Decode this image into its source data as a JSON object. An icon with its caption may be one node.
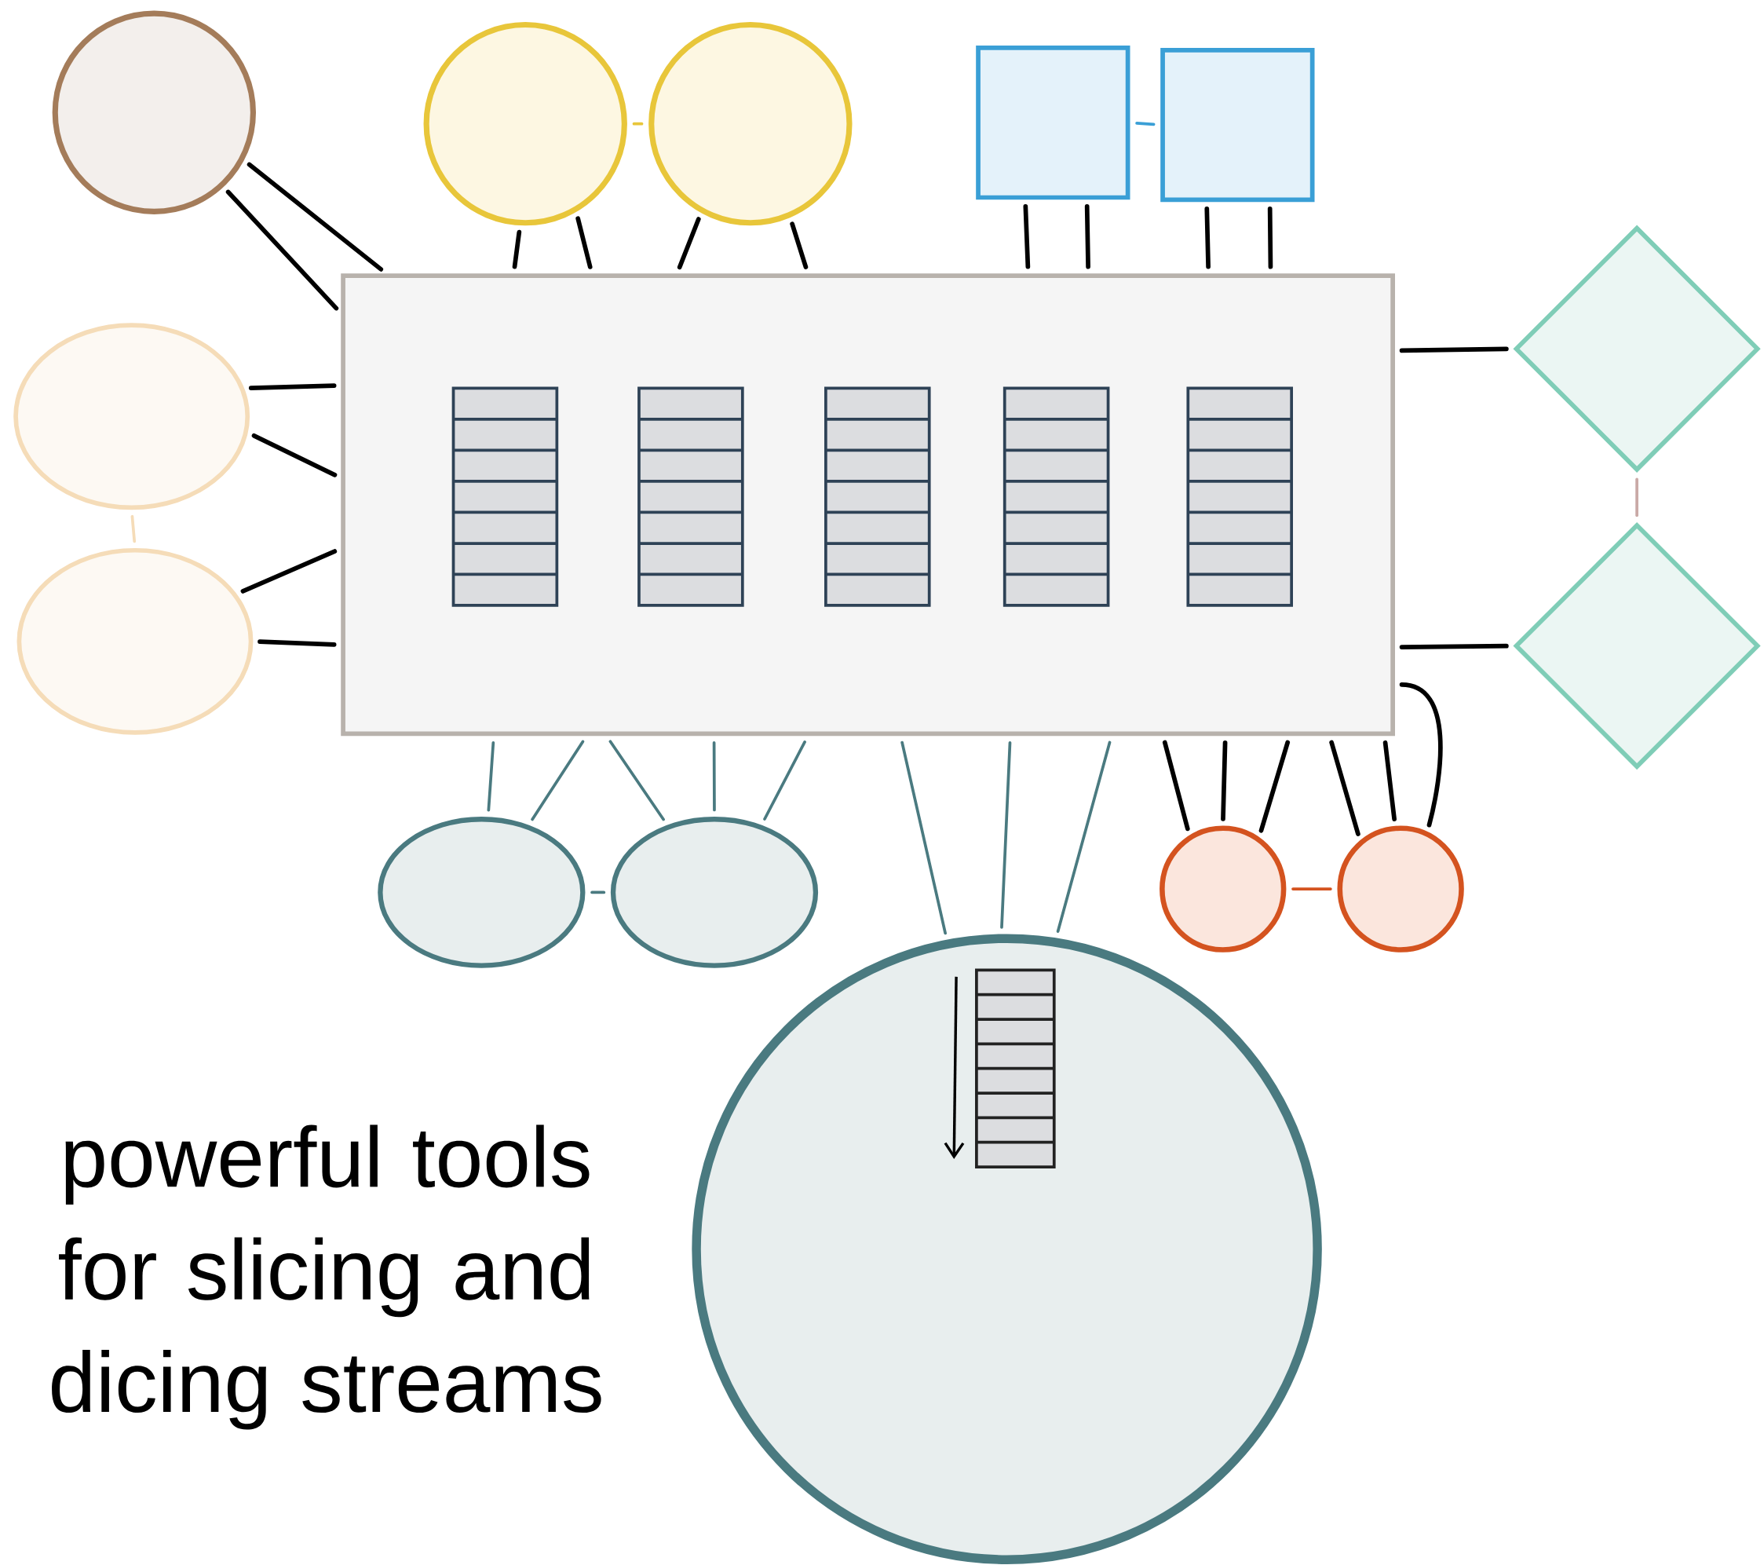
{
  "diagram": {
    "nodes": [
      {
        "text": [],
        "shape": "box"
      },
      {
        "text": [],
        "shape": "circle"
      },
      {
        "text": [],
        "shape": "circle"
      },
      {
        "text": [],
        "shape": "circle"
      },
      {
        "text": [],
        "shape": "box"
      },
      {
        "text": [],
        "shape": "box"
      },
      {
        "text": [],
        "shape": "diamond"
      },
      {
        "text": [],
        "shape": "diamond"
      },
      {
        "text": [],
        "shape": "ellipse"
      },
      {
        "text": [],
        "shape": "ellipse"
      },
      {
        "text": [],
        "shape": "ellipse"
      },
      {
        "text": [],
        "shape": "ellipse"
      },
      {
        "text": [],
        "shape": "circle"
      },
      {
        "text": [],
        "shape": "circle"
      },
      {
        "text": [],
        "shape": "circle"
      }
    ],
    "edges": [
      {
        "from": 1,
        "to": 0,
        "arrow": "none"
      },
      {
        "from": 1,
        "to": 0,
        "arrow": "none"
      },
      {
        "from": 2,
        "to": 0,
        "arrow": "none"
      },
      {
        "from": 2,
        "to": 0,
        "arrow": "none"
      },
      {
        "from": 3,
        "to": 0,
        "arrow": "none"
      },
      {
        "from": 3,
        "to": 0,
        "arrow": "none"
      },
      {
        "from": 4,
        "to": 0,
        "arrow": "none"
      },
      {
        "from": 4,
        "to": 0,
        "arrow": "none"
      },
      {
        "from": 5,
        "to": 0,
        "arrow": "none"
      },
      {
        "from": 5,
        "to": 0,
        "arrow": "none"
      },
      {
        "from": 6,
        "to": 0,
        "arrow": "none"
      },
      {
        "from": 7,
        "to": 0,
        "arrow": "none"
      },
      {
        "from": 8,
        "to": 0,
        "arrow": "none"
      },
      {
        "from": 8,
        "to": 0,
        "arrow": "none"
      },
      {
        "from": 9,
        "to": 0,
        "arrow": "none"
      },
      {
        "from": 9,
        "to": 0,
        "arrow": "none"
      },
      {
        "from": 10,
        "to": 0,
        "arrow": "none",
        "color": "#4a7a80"
      },
      {
        "from": 10,
        "to": 0,
        "arrow": "none",
        "color": "#4a7a80"
      },
      {
        "from": 11,
        "to": 0,
        "arrow": "none",
        "color": "#4a7a80"
      },
      {
        "from": 11,
        "to": 0,
        "arrow": "none",
        "color": "#4a7a80"
      },
      {
        "from": 11,
        "to": 0,
        "arrow": "none",
        "color": "#4a7a80"
      },
      {
        "from": 14,
        "to": 0,
        "arrow": "none",
        "color": "#4a7a80"
      },
      {
        "from": 14,
        "to": 0,
        "arrow": "none",
        "color": "#4a7a80"
      },
      {
        "from": 14,
        "to": 0,
        "arrow": "none",
        "color": "#4a7a80"
      },
      {
        "from": 12,
        "to": 0,
        "arrow": "none"
      },
      {
        "from": 12,
        "to": 0,
        "arrow": "none"
      },
      {
        "from": 12,
        "to": 0,
        "arrow": "none"
      },
      {
        "from": 13,
        "to": 0,
        "arrow": "none"
      },
      {
        "from": 13,
        "to": 0,
        "arrow": "none"
      },
      {
        "from": 13,
        "to": 0,
        "arrow": "none"
      },
      {
        "from": 2,
        "to": 3,
        "arrow": "none",
        "color": "#e8c63a"
      },
      {
        "from": 4,
        "to": 5,
        "arrow": "none",
        "color": "#3a9fd6"
      },
      {
        "from": 6,
        "to": 7,
        "arrow": "none",
        "color": "#c9a9a6"
      },
      {
        "from": 8,
        "to": 9,
        "arrow": "none",
        "color": "#f5dcb8"
      },
      {
        "from": 10,
        "to": 11,
        "arrow": "none",
        "color": "#4a7a80"
      },
      {
        "from": 12,
        "to": 13,
        "arrow": "none",
        "color": "#d4531f"
      }
    ],
    "labels": [
      "powerful tools for slicing and dicing streams"
    ]
  }
}
